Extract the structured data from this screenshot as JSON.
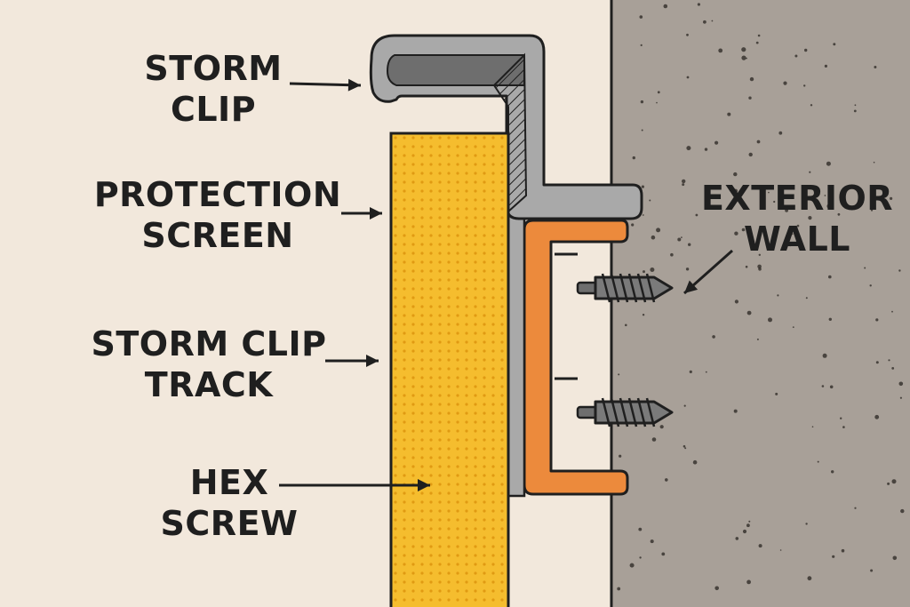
{
  "labels": {
    "storm_clip": {
      "line1": "STORM",
      "line2": "CLIP"
    },
    "protection_screen": {
      "line1": "PROTECTION",
      "line2": "SCREEN"
    },
    "storm_clip_track": {
      "line1": "STORM CLIP",
      "line2": "TRACK"
    },
    "hex_screw": {
      "line1": "HEX",
      "line2": "SCREW"
    },
    "exterior_wall": {
      "line1": "EXTERIOR",
      "line2": "WALL"
    }
  },
  "colors": {
    "background": "#f2e8dc",
    "wall": "#a8a098",
    "wall_speckle": "#2a2622",
    "screen_panel": "#f5bd2e",
    "screen_dots": "#e09a12",
    "clip_gray": "#a9a9a9",
    "clip_dark": "#6e6e6e",
    "track_orange": "#ec8a3c",
    "screw_gray": "#7a7a7a",
    "outline": "#1f1f1f"
  }
}
